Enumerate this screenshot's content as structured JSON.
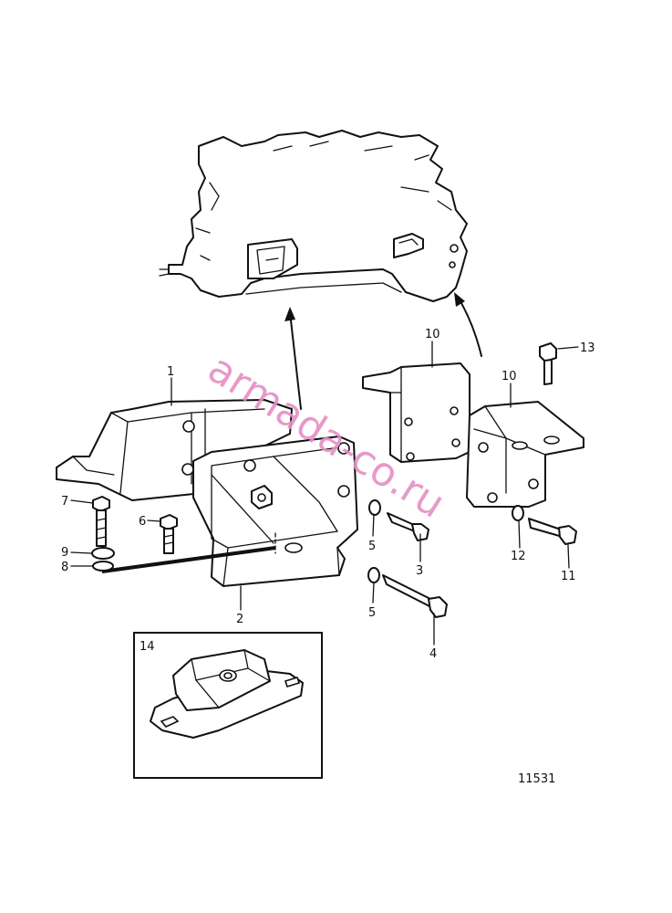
{
  "callouts": {
    "c1": "1",
    "c2": "2",
    "c3": "3",
    "c4": "4",
    "c5a": "5",
    "c5b": "5",
    "c6": "6",
    "c7": "7",
    "c8": "8",
    "c9": "9",
    "c10a": "10",
    "c10b": "10",
    "c11": "11",
    "c12": "12",
    "c13": "13",
    "c14": "14"
  },
  "figure_number": "11531",
  "watermark": "armada-co.ru",
  "colors": {
    "line": "#111111",
    "watermark": "#e58fc4",
    "background": "#ffffff"
  }
}
